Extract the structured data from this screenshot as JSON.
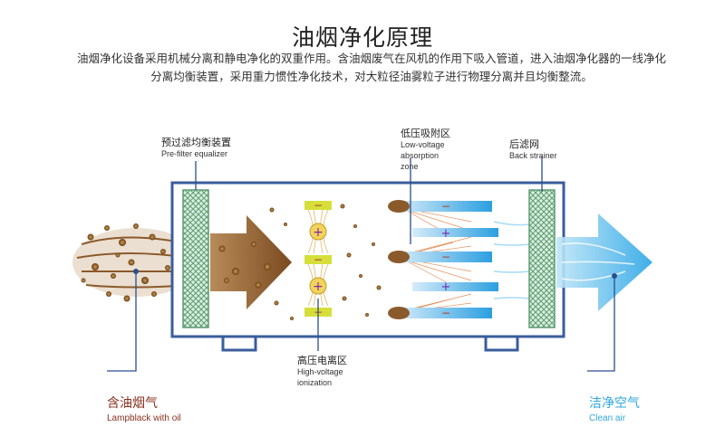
{
  "title": "油烟净化原理",
  "description": "油烟净化设备采用机械分离和静电净化的双重作用。含油烟废气在风机的作用下吸入管道，进入油烟净化器的一线净化分离均衡装置，采用重力惯性净化技术，对大粒径油雾粒子进行物理分离并且均衡整流。",
  "labels": {
    "prefilter": {
      "zh": "预过滤均衡装置",
      "en": "Pre-filter equalizer"
    },
    "absorption": {
      "zh": "低压吸附区",
      "en1": "Low-voltage",
      "en2": "absorption",
      "en3": "zone"
    },
    "backfilter": {
      "zh": "后滤网",
      "en": "Back strainer"
    },
    "ionization": {
      "zh": "高压电离区",
      "en1": "High-voltage",
      "en2": "ionization"
    },
    "inlet": {
      "zh": "含油烟气",
      "en": "Lampblack with oil"
    },
    "outlet": {
      "zh": "洁净空气",
      "en": "Clean air"
    }
  },
  "colors": {
    "smoke": "#8b5a2b",
    "clean": "#2fa6dd",
    "pointer": "#2a4f8f",
    "box": "#3a5d9c"
  }
}
